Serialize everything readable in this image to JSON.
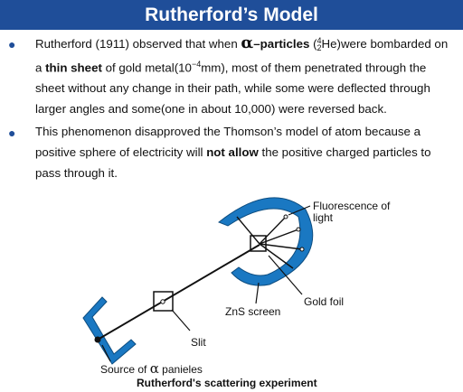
{
  "title": "Rutherford’s Model",
  "bullet1": {
    "t1": "Rutherford (1911) observed that when ",
    "alpha": "α",
    "particles": "–particles",
    "iso_mass": "4",
    "iso_atomic": "2",
    "iso_symbol": "He",
    "t2": "were bombarded on a ",
    "thin_sheet": "thin sheet",
    "t3": " of gold metal(10",
    "exp": "−4",
    "t4": "mm), most of them penetrated through the sheet without any change in their path, while some were deflected through larger angles and some(one in about 10,000) were reversed back."
  },
  "bullet2": {
    "t1": "This phenomenon disapproved the Thomson’s model of atom because a positive sphere of electricity will ",
    "not_allow": "not allow",
    "t2": " the positive charged particles to pass through it."
  },
  "diagram": {
    "label_fluorescence_1": "Fluorescence of",
    "label_fluorescence_2": "light",
    "label_gold_foil": "Gold foil",
    "label_zns": "ZnS screen",
    "label_slit": "Slit",
    "label_source_prefix": "Source of ",
    "label_source_alpha": "α",
    "label_source_suffix": " panieles",
    "caption": "Rutherford's scattering experiment"
  },
  "colors": {
    "title_bg": "#1f4e99",
    "screen": "#1a78c2",
    "bullet": "#1f4e99"
  }
}
